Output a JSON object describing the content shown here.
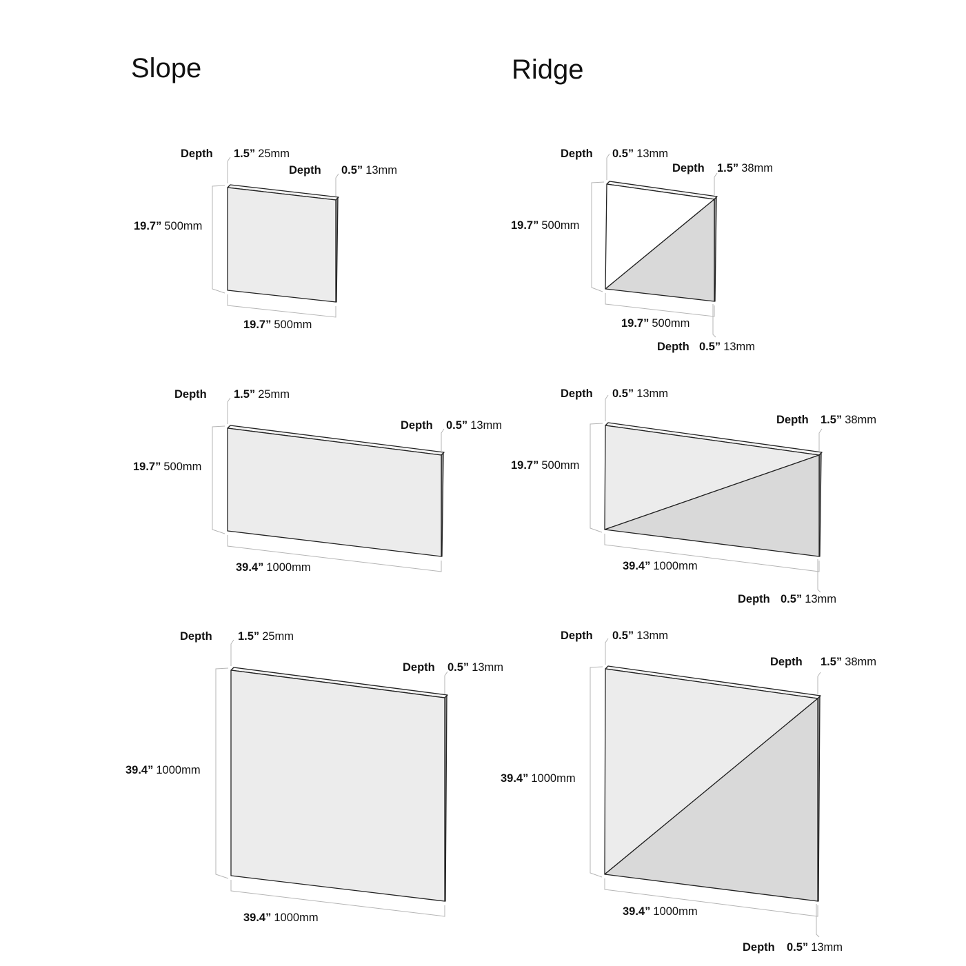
{
  "titles": {
    "slope": "Slope",
    "ridge": "Ridge"
  },
  "panels": [
    {
      "column": "Slope",
      "depth_a": {
        "label": "Depth",
        "in": "1.5”",
        "mm": "25mm"
      },
      "depth_b": {
        "label": "Depth",
        "in": "0.5”",
        "mm": "13mm"
      },
      "height": {
        "in": "19.7”",
        "mm": "500mm"
      },
      "width": {
        "in": "19.7”",
        "mm": "500mm"
      }
    },
    {
      "column": "Slope",
      "depth_a": {
        "label": "Depth",
        "in": "1.5”",
        "mm": "25mm"
      },
      "depth_b": {
        "label": "Depth",
        "in": "0.5”",
        "mm": "13mm"
      },
      "height": {
        "in": "19.7”",
        "mm": "500mm"
      },
      "width": {
        "in": "39.4”",
        "mm": "1000mm"
      }
    },
    {
      "column": "Slope",
      "depth_a": {
        "label": "Depth",
        "in": "1.5”",
        "mm": "25mm"
      },
      "depth_b": {
        "label": "Depth",
        "in": "0.5”",
        "mm": "13mm"
      },
      "height": {
        "in": "39.4”",
        "mm": "1000mm"
      },
      "width": {
        "in": "39.4”",
        "mm": "1000mm"
      }
    },
    {
      "column": "Ridge",
      "depth_a": {
        "label": "Depth",
        "in": "0.5”",
        "mm": "13mm"
      },
      "depth_b": {
        "label": "Depth",
        "in": "1.5”",
        "mm": "38mm"
      },
      "height": {
        "in": "19.7”",
        "mm": "500mm"
      },
      "width": {
        "in": "19.7”",
        "mm": "500mm"
      },
      "depth_c": {
        "label": "Depth",
        "in": "0.5”",
        "mm": "13mm"
      }
    },
    {
      "column": "Ridge",
      "depth_a": {
        "label": "Depth",
        "in": "0.5”",
        "mm": "13mm"
      },
      "depth_b": {
        "label": "Depth",
        "in": "1.5”",
        "mm": "38mm"
      },
      "height": {
        "in": "19.7”",
        "mm": "500mm"
      },
      "width": {
        "in": "39.4”",
        "mm": "1000mm"
      },
      "depth_c": {
        "label": "Depth",
        "in": "0.5”",
        "mm": "13mm"
      }
    },
    {
      "column": "Ridge",
      "depth_a": {
        "label": "Depth",
        "in": "0.5”",
        "mm": "13mm"
      },
      "depth_b": {
        "label": "Depth",
        "in": "1.5”",
        "mm": "38mm"
      },
      "height": {
        "in": "39.4”",
        "mm": "1000mm"
      },
      "width": {
        "in": "39.4”",
        "mm": "1000mm"
      },
      "depth_c": {
        "label": "Depth",
        "in": "0.5”",
        "mm": "13mm"
      }
    }
  ],
  "colors": {
    "face_light": "#ececec",
    "face_shade": "#d9d9d9",
    "edge": "#222222",
    "dim_line": "#b5b5b5"
  }
}
